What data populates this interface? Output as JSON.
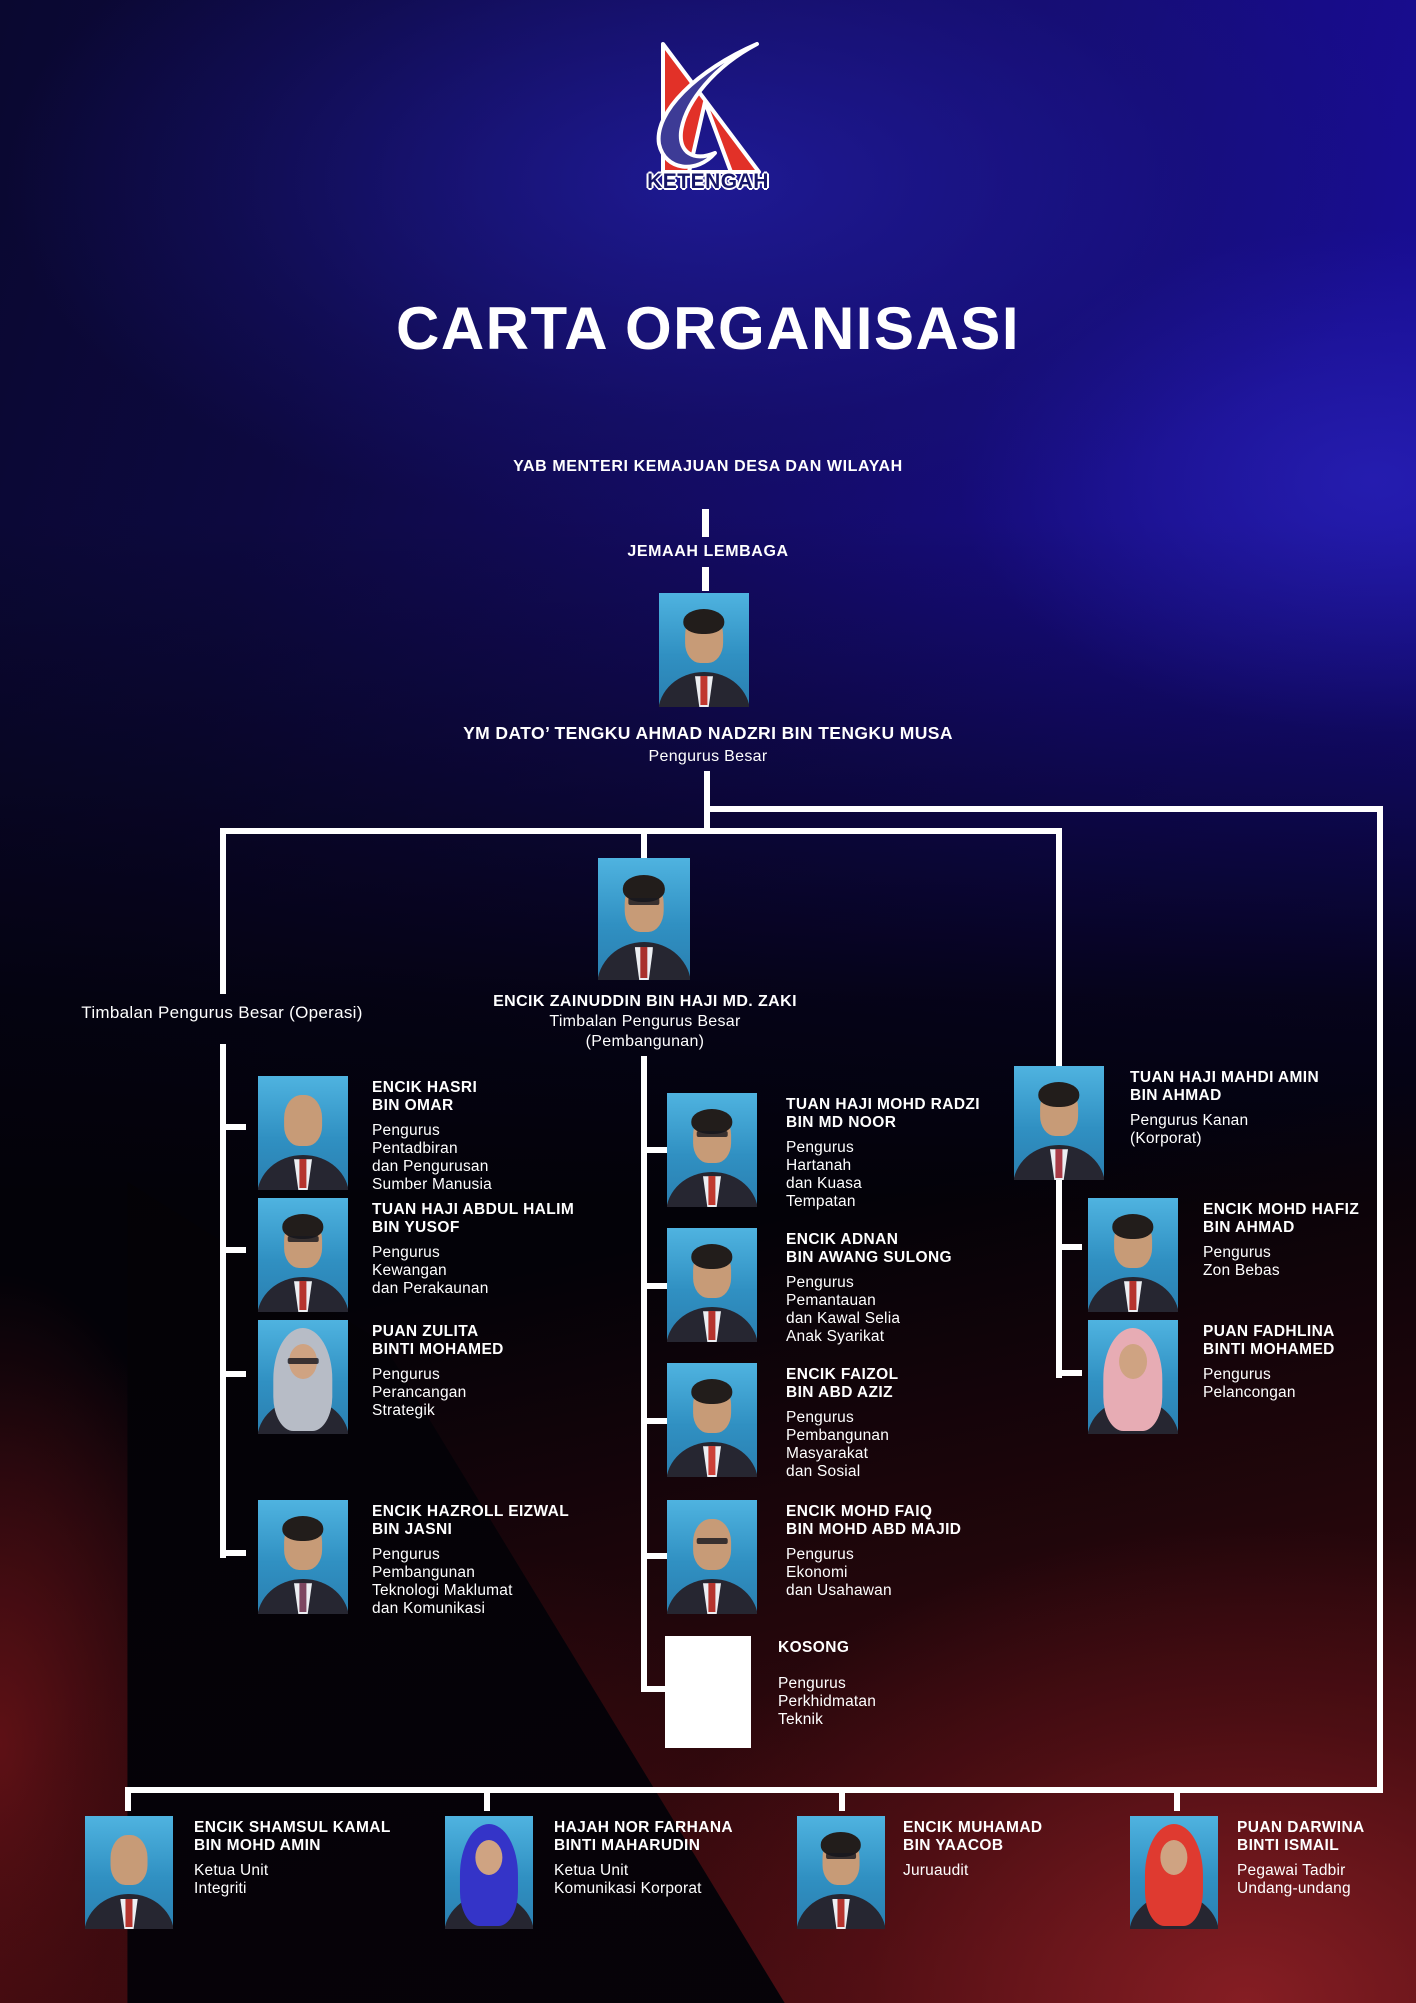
{
  "title": "CARTA ORGANISASI",
  "logo": {
    "text": "KETENGAH",
    "red": "#e23128",
    "blue": "#3d3b96"
  },
  "colors": {
    "text": "#ffffff",
    "connector_line": "#ffffff",
    "background_blue": "#180fa0",
    "background_dark": "#030208",
    "background_red": "#5c1117",
    "background_red_bright": "#8e2026",
    "photo_background": "#3f9fd0",
    "vacant_box": "#ffffff"
  },
  "top": {
    "minister_lines": [
      "YAB MENTERI",
      "KEMAJUAN DESA DAN WILAYAH"
    ],
    "board": "JEMAAH LEMBAGA",
    "gm": {
      "name": "YM DATO’ TENGKU AHMAD NADZRI BIN TENGKU MUSA",
      "role": "Pengurus Besar",
      "photo": {
        "type": "male",
        "accent": "#c0372f"
      }
    }
  },
  "branches": {
    "ops_label_lines": [
      "Timbalan Pengurus Besar",
      "(Operasi)"
    ],
    "dev_head": {
      "name": "ENCIK ZAINUDDIN BIN HAJI MD. ZAKI",
      "role_lines": [
        "Timbalan Pengurus Besar",
        "(Pembangunan)"
      ],
      "photo": {
        "type": "male",
        "accent": "#a9302c",
        "glasses": true
      }
    },
    "ops": [
      {
        "name_lines": [
          "ENCIK HASRI",
          "BIN OMAR"
        ],
        "role_lines": [
          "Pengurus",
          "Pentadbiran",
          "dan Pengurusan",
          "Sumber Manusia"
        ],
        "photo": {
          "type": "male",
          "accent": "#b5342e",
          "bald": true
        }
      },
      {
        "name_lines": [
          "TUAN HAJI ABDUL HALIM",
          "BIN YUSOF"
        ],
        "role_lines": [
          "Pengurus",
          "Kewangan",
          "dan Perakaunan"
        ],
        "photo": {
          "type": "male",
          "accent": "#b5342e",
          "glasses": true
        }
      },
      {
        "name_lines": [
          "PUAN ZULITA",
          "BINTI MOHAMED"
        ],
        "role_lines": [
          "Pengurus",
          "Perancangan",
          "Strategik"
        ],
        "photo": {
          "type": "female",
          "accent": "#b7bcc6",
          "glasses": true
        }
      },
      {
        "name_lines": [
          "ENCIK HAZROLL EIZWAL",
          "BIN JASNI"
        ],
        "role_lines": [
          "Pengurus",
          "Pembangunan",
          "Teknologi Maklumat",
          "dan Komunikasi"
        ],
        "photo": {
          "type": "male",
          "accent": "#7d4660"
        }
      }
    ],
    "dev": [
      {
        "name_lines": [
          "TUAN HAJI MOHD RADZI",
          "BIN MD NOOR"
        ],
        "role_lines": [
          "Pengurus",
          "Hartanah",
          "dan Kuasa",
          "Tempatan"
        ],
        "photo": {
          "type": "male",
          "accent": "#c0392f",
          "glasses": true
        }
      },
      {
        "name_lines": [
          "ENCIK ADNAN",
          "BIN AWANG SULONG"
        ],
        "role_lines": [
          "Pengurus",
          "Pemantauan",
          "dan Kawal Selia",
          "Anak Syarikat"
        ],
        "photo": {
          "type": "male",
          "accent": "#b5342e"
        }
      },
      {
        "name_lines": [
          "ENCIK FAIZOL",
          "BIN ABD AZIZ"
        ],
        "role_lines": [
          "Pengurus",
          "Pembangunan",
          "Masyarakat",
          "dan Sosial"
        ],
        "photo": {
          "type": "male",
          "accent": "#cc4038"
        }
      },
      {
        "name_lines": [
          "ENCIK MOHD FAIQ",
          "BIN MOHD ABD MAJID"
        ],
        "role_lines": [
          "Pengurus",
          "Ekonomi",
          "dan Usahawan"
        ],
        "photo": {
          "type": "male",
          "accent": "#b5342e",
          "bald": true,
          "glasses": true
        }
      }
    ],
    "vacant": {
      "label": "KOSONG",
      "role_lines": [
        "Pengurus",
        "Perkhidmatan",
        "Teknik"
      ]
    },
    "corp_head": {
      "name_lines": [
        "TUAN HAJI MAHDI AMIN",
        "BIN AHMAD"
      ],
      "role_lines": [
        "Pengurus Kanan",
        "(Korporat)"
      ],
      "photo": {
        "type": "male",
        "accent": "#a93b47"
      }
    },
    "corp": [
      {
        "name_lines": [
          "ENCIK MOHD HAFIZ",
          "BIN AHMAD"
        ],
        "role_lines": [
          "Pengurus",
          "Zon Bebas"
        ],
        "photo": {
          "type": "male",
          "accent": "#b5342e"
        }
      },
      {
        "name_lines": [
          "PUAN FADHLINA",
          "BINTI MOHAMED"
        ],
        "role_lines": [
          "Pengurus",
          "Pelancongan"
        ],
        "photo": {
          "type": "female",
          "accent": "#e7acb4"
        }
      }
    ],
    "staff": [
      {
        "name_lines": [
          "ENCIK SHAMSUL KAMAL",
          "BIN MOHD AMIN"
        ],
        "role_lines": [
          "Ketua Unit",
          "Integriti"
        ],
        "photo": {
          "type": "male",
          "accent": "#b5342e",
          "bald": true
        }
      },
      {
        "name_lines": [
          "HAJAH NOR FARHANA",
          "BINTI MAHARUDIN"
        ],
        "role_lines": [
          "Ketua Unit",
          "Komunikasi Korporat"
        ],
        "photo": {
          "type": "female",
          "accent": "#3434c8"
        }
      },
      {
        "name_lines": [
          "ENCIK MUHAMAD",
          "BIN YAACOB"
        ],
        "role_lines": [
          "Juruaudit"
        ],
        "photo": {
          "type": "male",
          "accent": "#b5342e",
          "glasses": true
        }
      },
      {
        "name_lines": [
          "PUAN DARWINA",
          "BINTI ISMAIL"
        ],
        "role_lines": [
          "Pegawai Tadbir",
          "Undang-undang"
        ],
        "photo": {
          "type": "female",
          "accent": "#df3a30"
        }
      }
    ]
  }
}
